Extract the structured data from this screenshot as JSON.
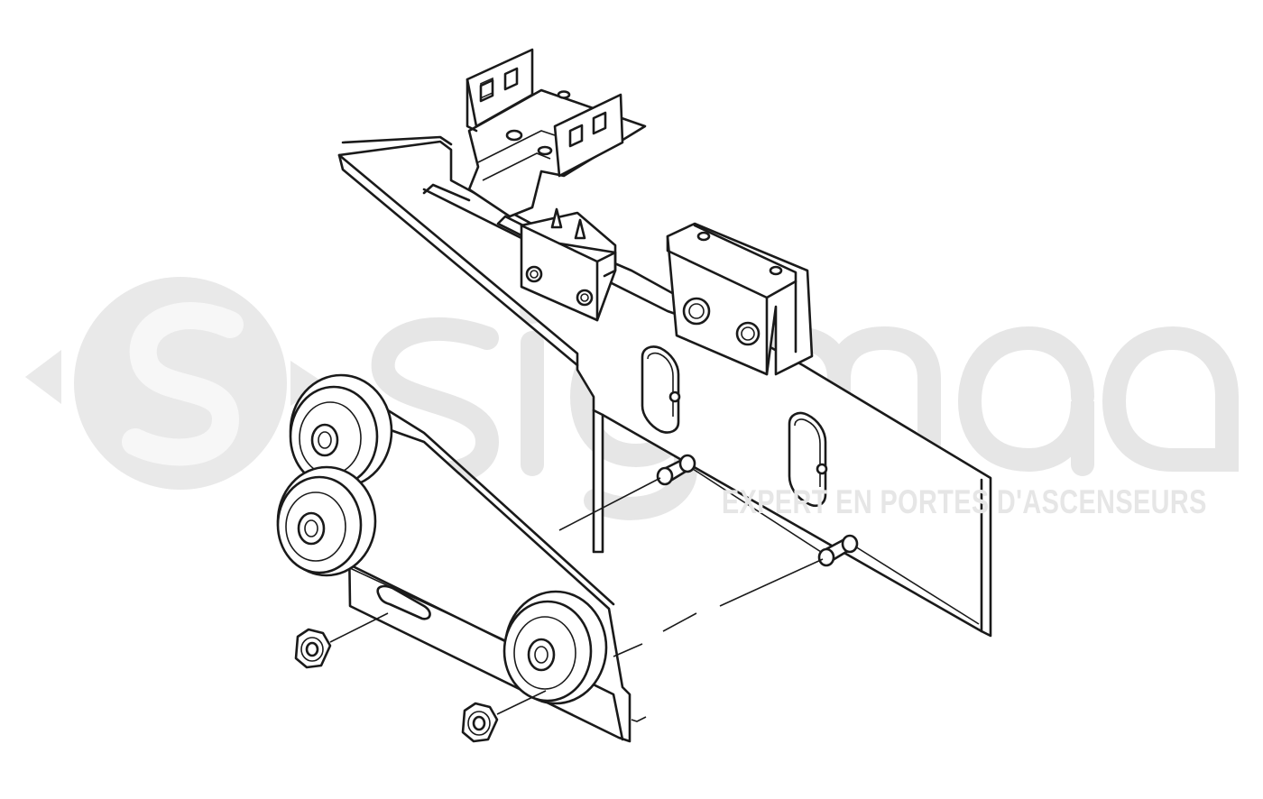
{
  "watermark": {
    "brand": "sigma",
    "tagline": "EXPERT EN PORTES D'ASCENSEURS",
    "color": "#e6e6e6"
  },
  "diagram": {
    "type": "exploded-assembly-line-drawing",
    "line_color": "#1a1a1a",
    "parts": [
      "main-plate",
      "top-bracket",
      "micro-switch",
      "u-bracket",
      "roller-carriage-plate",
      "upper-roller",
      "middle-roller",
      "lower-roller",
      "spacer-1",
      "spacer-2",
      "hex-nut-1",
      "hex-nut-2"
    ]
  }
}
